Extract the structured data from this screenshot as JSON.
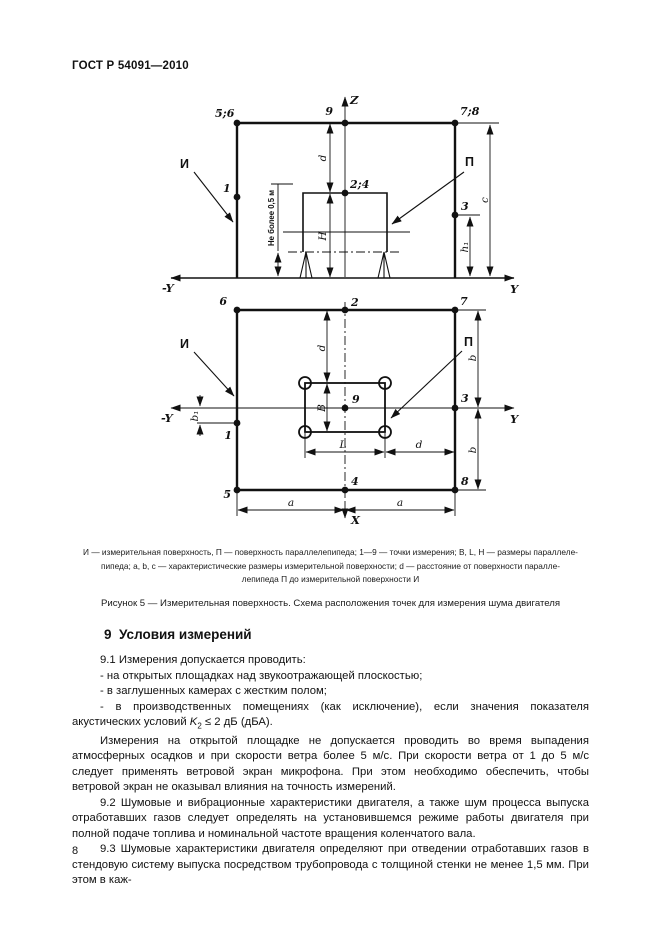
{
  "page": {
    "header": "ГОСТ Р 54091—2010",
    "number": "8"
  },
  "figure": {
    "caption": {
      "line1": "И — измерительная поверхность, П — поверхность параллелепипеда; 1—9 — точки измерения; B, L, H — размеры параллеле-",
      "line2": "пипеда; a, b, c — характеристические размеры измерительной поверхности; d — расстояние от поверхности паралле-",
      "line3": "лепипеда П до измерительной поверхности И"
    },
    "title": "Рисунок 5 — Измерительная поверхность. Схема расположения точек для измерения шума двигателя",
    "side_view": {
      "z": "Z",
      "y_neg": "-Y",
      "y_pos": "Y",
      "p56": "5;6",
      "p9": "9",
      "p78": "7;8",
      "p1": "1",
      "p24": "2;4",
      "p3": "3",
      "surface": "И",
      "box": "П",
      "dim_d": "d",
      "dim_h": "H",
      "dim_c": "c",
      "dim_h1": "h₁",
      "note": "Не более 0,5 м"
    },
    "top_view": {
      "x": "X",
      "y_neg": "-Y",
      "y_pos": "Y",
      "p6": "6",
      "p2": "2",
      "p7": "7",
      "p1": "1",
      "p9": "9",
      "p3": "3",
      "p5": "5",
      "p4": "4",
      "p8": "8",
      "surface": "И",
      "box": "П",
      "dim_d_top": "d",
      "dim_B": "B",
      "dim_L": "L",
      "dim_d_right": "d",
      "dim_b_upper": "b",
      "dim_b_lower": "b",
      "dim_b1": "b₁",
      "dim_a_left": "a",
      "dim_a_right": "a"
    }
  },
  "section": {
    "heading": "9  Условия измерений",
    "p91": "9.1  Измерения допускается проводить:",
    "b1": "- на открытых площадках над звукоотражающей плоскостью;",
    "b2": "- в заглушенных камерах с жестким полом;",
    "b3_pre": "- в производственных помещениях (как исключение), если значения показателя акустических условий ",
    "b3_k": "K",
    "b3_sub": "2",
    "b3_post": " ≤ 2 дБ (дБА).",
    "p_open": "Измерения на открытой площадке не допускается проводить во время выпадения атмосферных осадков и при скорости ветра более 5 м/с. При скорости ветра от 1 до 5 м/с следует применять ветровой экран микрофона. При этом необходимо обеспечить, чтобы ветровой экран не оказывал влияния на точность измерений.",
    "p92": "9.2  Шумовые и вибрационные характеристики двигателя, а также шум процесса выпуска отработавших газов следует определять на установившемся режиме работы двигателя при полной подаче топлива и номинальной частоте вращения коленчатого вала.",
    "p93": "9.3  Шумовые характеристики двигателя определяют при отведении отработавших газов в стендовую систему выпуска посредством трубопровода с толщиной стенки не менее 1,5 мм. При этом в каж-"
  }
}
